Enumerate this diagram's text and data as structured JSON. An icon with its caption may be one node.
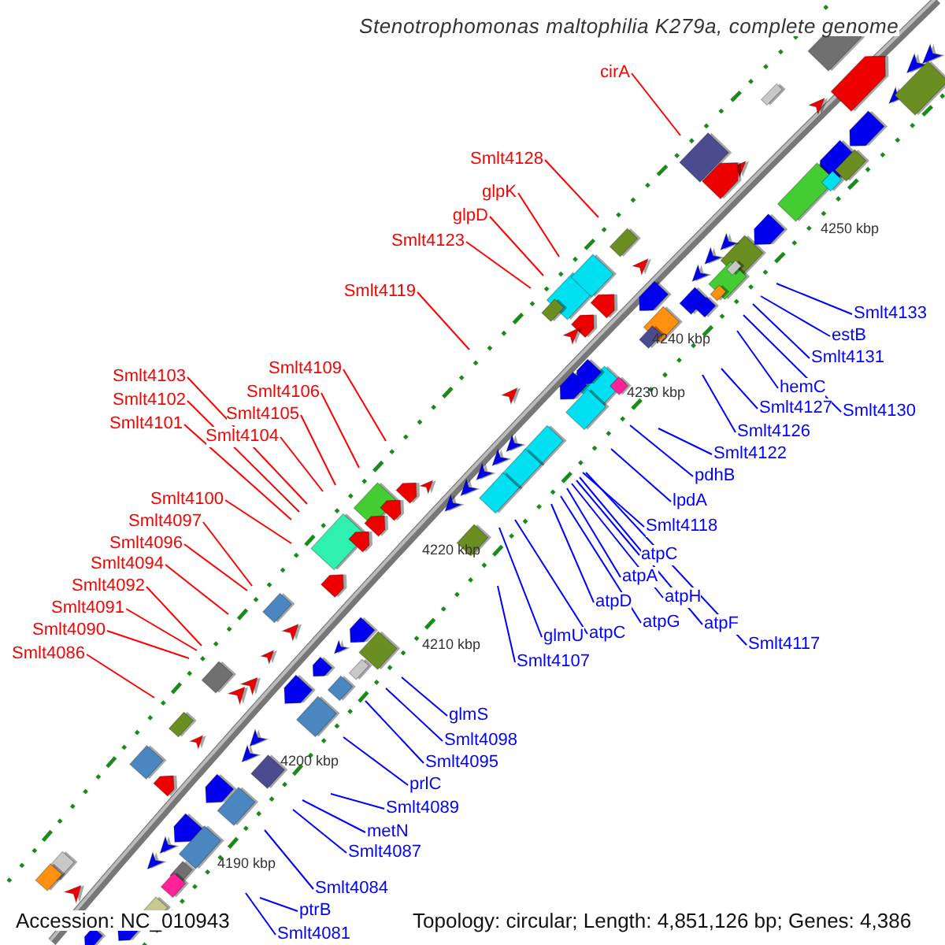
{
  "diagram": {
    "title": "Stenotrophomonas maltophilia K279a, complete genome",
    "nodes": [
      {
        "text": [
          "cirA"
        ]
      },
      {
        "text": [
          "Smlt4128"
        ]
      },
      {
        "text": [
          "glpK"
        ]
      },
      {
        "text": [
          "glpD"
        ]
      },
      {
        "text": [
          "Smlt4123"
        ]
      },
      {
        "text": [
          "Smlt4119"
        ]
      },
      {
        "text": [
          "Smlt4133"
        ]
      },
      {
        "text": [
          "estB"
        ]
      },
      {
        "text": [
          "Smlt4131"
        ]
      },
      {
        "text": [
          "hemC"
        ]
      },
      {
        "text": [
          "Smlt4130"
        ]
      },
      {
        "text": [
          "Smlt4127"
        ]
      },
      {
        "text": [
          "Smlt4126"
        ]
      },
      {
        "text": [
          "Smlt4122"
        ]
      },
      {
        "text": [
          "Smlt4109"
        ]
      },
      {
        "text": [
          "Smlt4103"
        ]
      },
      {
        "text": [
          "Smlt4106"
        ]
      },
      {
        "text": [
          "Smlt4102"
        ]
      },
      {
        "text": [
          "Smlt4105"
        ]
      },
      {
        "text": [
          "Smlt4101"
        ]
      },
      {
        "text": [
          "Smlt4104"
        ]
      },
      {
        "text": [
          "pdhB"
        ]
      },
      {
        "text": [
          "lpdA"
        ]
      },
      {
        "text": [
          "Smlt4118"
        ]
      },
      {
        "text": [
          "atpC"
        ]
      },
      {
        "text": [
          "atpA"
        ]
      },
      {
        "text": [
          "atpH"
        ]
      },
      {
        "text": [
          "atpD"
        ]
      },
      {
        "text": [
          "atpF"
        ]
      },
      {
        "text": [
          "atpG"
        ]
      },
      {
        "text": [
          "atpC"
        ]
      },
      {
        "text": [
          "glmU"
        ]
      },
      {
        "text": [
          "Smlt4117"
        ]
      },
      {
        "text": [
          "Smlt4107"
        ]
      },
      {
        "text": [
          "Smlt4100"
        ]
      },
      {
        "text": [
          "Smlt4097"
        ]
      },
      {
        "text": [
          "Smlt4096"
        ]
      },
      {
        "text": [
          "Smlt4094"
        ]
      },
      {
        "text": [
          "Smlt4092"
        ]
      },
      {
        "text": [
          "Smlt4091"
        ]
      },
      {
        "text": [
          "Smlt4090"
        ]
      },
      {
        "text": [
          "Smlt4086"
        ]
      },
      {
        "text": [
          "glmS"
        ]
      },
      {
        "text": [
          "Smlt4098"
        ]
      },
      {
        "text": [
          "Smlt4095"
        ]
      },
      {
        "text": [
          "prlC"
        ]
      },
      {
        "text": [
          "Smlt4089"
        ]
      },
      {
        "text": [
          "metN"
        ]
      },
      {
        "text": [
          "Smlt4087"
        ]
      },
      {
        "text": [
          "Smlt4084"
        ]
      },
      {
        "text": [
          "ptrB"
        ]
      },
      {
        "text": [
          "Smlt4081"
        ]
      }
    ],
    "edges": [
      {
        "from": 0,
        "to": null,
        "arrow": "none",
        "color": "#ff0000"
      },
      {
        "from": 1,
        "to": null,
        "arrow": "none",
        "color": "#ff0000"
      },
      {
        "from": 2,
        "to": null,
        "arrow": "none",
        "color": "#ff0000"
      },
      {
        "from": 3,
        "to": null,
        "arrow": "none",
        "color": "#ff0000"
      },
      {
        "from": 4,
        "to": null,
        "arrow": "none",
        "color": "#ff0000"
      },
      {
        "from": 5,
        "to": null,
        "arrow": "none",
        "color": "#ff0000"
      },
      {
        "from": 6,
        "to": null,
        "arrow": "none"
      },
      {
        "from": 7,
        "to": null,
        "arrow": "none"
      },
      {
        "from": 8,
        "to": null,
        "arrow": "none"
      },
      {
        "from": 9,
        "to": null,
        "arrow": "none"
      },
      {
        "from": 10,
        "to": null,
        "arrow": "none"
      },
      {
        "from": 11,
        "to": null,
        "arrow": "none"
      },
      {
        "from": 12,
        "to": null,
        "arrow": "none"
      },
      {
        "from": 13,
        "to": null,
        "arrow": "none"
      },
      {
        "from": 14,
        "to": null,
        "arrow": "none",
        "color": "#ff0000"
      },
      {
        "from": 15,
        "to": null,
        "arrow": "none",
        "color": "#ff0000"
      },
      {
        "from": 16,
        "to": null,
        "arrow": "none",
        "color": "#ff0000"
      },
      {
        "from": 17,
        "to": null,
        "arrow": "none",
        "color": "#ff0000"
      },
      {
        "from": 18,
        "to": null,
        "arrow": "none",
        "color": "#ff0000"
      },
      {
        "from": 19,
        "to": null,
        "arrow": "none",
        "color": "#ff0000"
      },
      {
        "from": 20,
        "to": null,
        "arrow": "none",
        "color": "#ff0000"
      },
      {
        "from": 21,
        "to": null,
        "arrow": "none"
      },
      {
        "from": 22,
        "to": null,
        "arrow": "none"
      },
      {
        "from": 23,
        "to": null,
        "arrow": "none"
      },
      {
        "from": 24,
        "to": null,
        "arrow": "none"
      },
      {
        "from": 25,
        "to": null,
        "arrow": "none"
      },
      {
        "from": 26,
        "to": null,
        "arrow": "none"
      },
      {
        "from": 27,
        "to": null,
        "arrow": "none"
      },
      {
        "from": 28,
        "to": null,
        "arrow": "none"
      },
      {
        "from": 29,
        "to": null,
        "arrow": "none"
      },
      {
        "from": 30,
        "to": null,
        "arrow": "none"
      },
      {
        "from": 31,
        "to": null,
        "arrow": "none"
      },
      {
        "from": 32,
        "to": null,
        "arrow": "none"
      },
      {
        "from": 33,
        "to": null,
        "arrow": "none"
      },
      {
        "from": 34,
        "to": null,
        "arrow": "none",
        "color": "#ff0000"
      },
      {
        "from": 35,
        "to": null,
        "arrow": "none",
        "color": "#ff0000"
      },
      {
        "from": 36,
        "to": null,
        "arrow": "none",
        "color": "#ff0000"
      },
      {
        "from": 37,
        "to": null,
        "arrow": "none",
        "color": "#ff0000"
      },
      {
        "from": 38,
        "to": null,
        "arrow": "none",
        "color": "#ff0000"
      },
      {
        "from": 39,
        "to": null,
        "arrow": "none",
        "color": "#ff0000"
      },
      {
        "from": 40,
        "to": null,
        "arrow": "none",
        "color": "#ff0000"
      },
      {
        "from": 41,
        "to": null,
        "arrow": "none",
        "color": "#ff0000"
      },
      {
        "from": 42,
        "to": null,
        "arrow": "none"
      },
      {
        "from": 43,
        "to": null,
        "arrow": "none"
      },
      {
        "from": 44,
        "to": null,
        "arrow": "none"
      },
      {
        "from": 45,
        "to": null,
        "arrow": "none"
      },
      {
        "from": 46,
        "to": null,
        "arrow": "none"
      },
      {
        "from": 47,
        "to": null,
        "arrow": "none"
      },
      {
        "from": 48,
        "to": null,
        "arrow": "none"
      },
      {
        "from": 49,
        "to": null,
        "arrow": "none"
      },
      {
        "from": 50,
        "to": null,
        "arrow": "none"
      },
      {
        "from": 51,
        "to": null,
        "arrow": "none"
      }
    ],
    "labels": [
      "4250 kbp",
      "4240 kbp",
      "4230 kbp",
      "4220 kbp",
      "4210 kbp",
      "4200 kbp",
      "4190 kbp",
      "Accession: NC_010943",
      "Topology: circular; Length: 4,851,126 bp; Genes: 4,386"
    ]
  }
}
